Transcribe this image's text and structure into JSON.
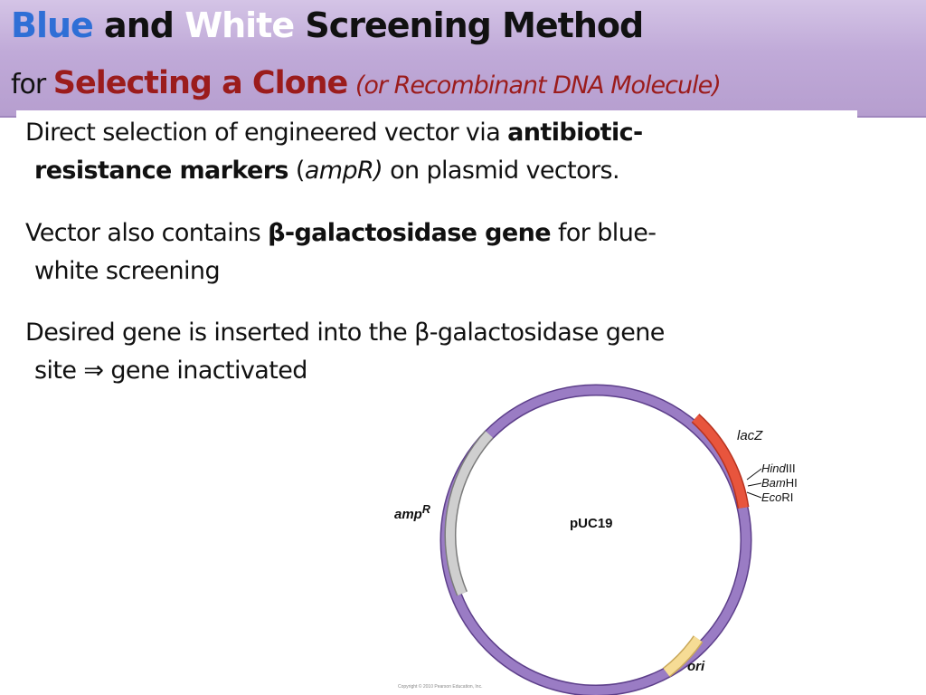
{
  "title": {
    "line1": {
      "blue": "Blue",
      "and": " and ",
      "white": "White",
      "rest": " Screening Method"
    },
    "line2": {
      "for": "for ",
      "red": "Selecting a Clone",
      "space": " ",
      "italic": "(or Recombinant DNA Molecule)"
    }
  },
  "bullets": [
    {
      "a": "Direct selection of engineered vector via ",
      "b_bold": "antibiotic-",
      "c_bold": "resistance markers",
      "d": " (",
      "e_italic": "ampR)",
      "f": " on plasmid vectors."
    },
    {
      "a": "Vector also contains ",
      "b_bold": "β-galactosidase gene",
      "c": " for blue-",
      "d": "white screening"
    },
    {
      "a": "Desired gene is inserted into the β-galactosidase gene",
      "b": "site ⇒ gene inactivated"
    }
  ],
  "diagram": {
    "plasmid_name": "pUC19",
    "lacZ": "lacZ",
    "sites": [
      {
        "italic": "Hind",
        "rest": "III"
      },
      {
        "italic": "Bam",
        "rest": "HI"
      },
      {
        "italic": "Eco",
        "rest": "RI"
      }
    ],
    "amp": {
      "base": "amp",
      "sup": "R"
    },
    "ori": "ori",
    "copyright": "Copyright © 2010 Pearson Education, Inc.",
    "colors": {
      "ring": "#9a7cc4",
      "ring_outline": "#5d3f8a",
      "lacZ": "#e8553d",
      "amp": "#cfcfcf",
      "ori": "#f6dc95"
    }
  }
}
